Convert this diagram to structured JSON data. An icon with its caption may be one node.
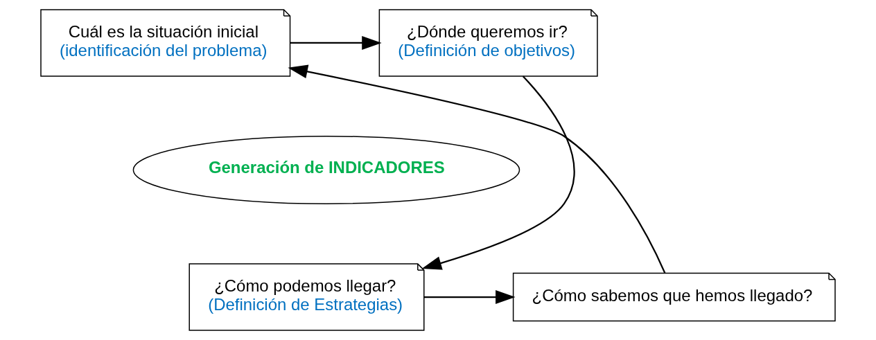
{
  "diagram": {
    "nodes": [
      {
        "text": [
          "Cuál es la situación inicial",
          "(identificación del problema)"
        ]
      },
      {
        "text": [
          "¿Dónde queremos ir?",
          "(Definición de objetivos)"
        ]
      },
      {
        "text": [
          "Generación de INDICADORES"
        ]
      },
      {
        "text": [
          "¿Cómo podemos llegar?",
          "(Definición de Estrategias)"
        ]
      },
      {
        "text": [
          "¿Cómo sabemos que hemos llegado?"
        ]
      }
    ],
    "edges": [
      {
        "from": 0,
        "to": 1,
        "arrow": "to"
      },
      {
        "from": 1,
        "to": 3,
        "arrow": "to"
      },
      {
        "from": 3,
        "to": 4,
        "arrow": "to"
      },
      {
        "from": 4,
        "to": 0,
        "arrow": "to"
      }
    ]
  }
}
